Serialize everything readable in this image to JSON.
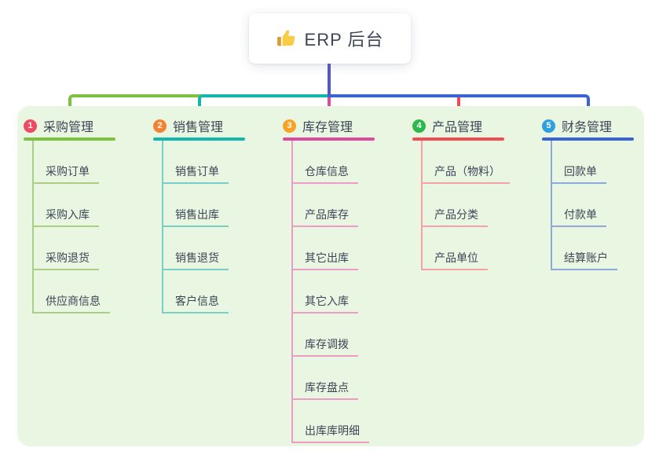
{
  "root": {
    "label": "ERP 后台",
    "icon": "thumbs-up-icon",
    "icon_colors": {
      "hand": "#f8cd45",
      "cuff": "#dd9a33"
    },
    "box_color": "#ffffff",
    "trunk_color": "#5358c6"
  },
  "panel": {
    "color": "#e9f6e2"
  },
  "branches": [
    {
      "num": "1",
      "label": "采购管理",
      "circle_color": "#ee4a63",
      "line_color": "#7cc240",
      "child_line_color": "#a8cf82",
      "children": [
        "采购订单",
        "采购入库",
        "采购退货",
        "供应商信息"
      ]
    },
    {
      "num": "2",
      "label": "销售管理",
      "circle_color": "#f58233",
      "line_color": "#14b8ab",
      "child_line_color": "#76d0c6",
      "children": [
        "销售订单",
        "销售出库",
        "销售退货",
        "客户信息"
      ]
    },
    {
      "num": "3",
      "label": "库存管理",
      "circle_color": "#f9a326",
      "line_color": "#dd4b9e",
      "child_line_color": "#ee9bc8",
      "children": [
        "仓库信息",
        "产品库存",
        "其它出库",
        "其它入库",
        "库存调拨",
        "库存盘点",
        "出库库明细"
      ]
    },
    {
      "num": "4",
      "label": "产品管理",
      "circle_color": "#2db84d",
      "line_color": "#f04d52",
      "child_line_color": "#f6a1a6",
      "children": [
        "产品（物料）",
        "产品分类",
        "产品单位"
      ]
    },
    {
      "num": "5",
      "label": "财务管理",
      "circle_color": "#2e9fdf",
      "line_color": "#3c63d2",
      "child_line_color": "#8fa8dc",
      "children": [
        "回款单",
        "付款单",
        "结算账户"
      ]
    }
  ]
}
